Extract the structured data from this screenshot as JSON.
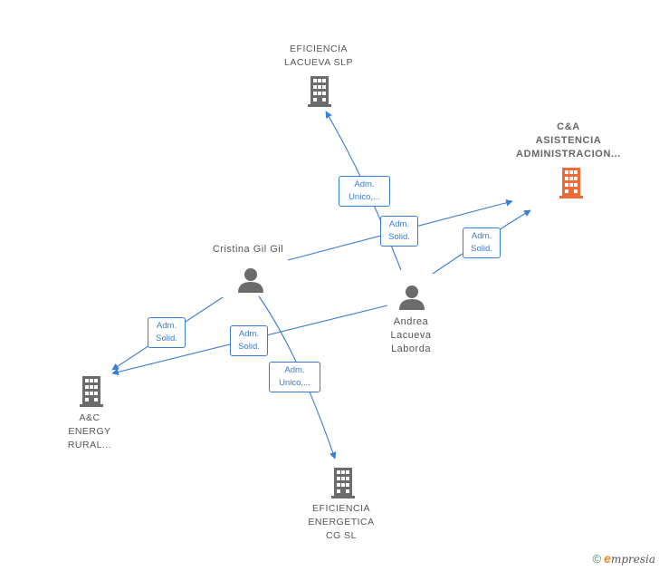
{
  "nodes": {
    "eficiencia_lacueva": {
      "lines": [
        "EFICIENCIA",
        "LACUEVA  SLP"
      ]
    },
    "ca_asistencia": {
      "lines": [
        "C&A",
        "ASISTENCIA",
        "ADMINISTRACION..."
      ],
      "color": "#ee6a37"
    },
    "cristina": {
      "lines": [
        "Cristina Gil Gil"
      ]
    },
    "andrea": {
      "lines": [
        "Andrea",
        "Lacueva",
        "Laborda"
      ]
    },
    "ac_energy": {
      "lines": [
        "A&C",
        "ENERGY",
        "RURAL..."
      ]
    },
    "eficiencia_energetica": {
      "lines": [
        "EFICIENCIA",
        "ENERGETICA",
        "CG  SL"
      ]
    }
  },
  "edges": {
    "e1": {
      "lines": [
        "Adm.",
        "Unico,..."
      ]
    },
    "e2": {
      "lines": [
        "Adm.",
        "Solid."
      ]
    },
    "e3": {
      "lines": [
        "Adm.",
        "Solid."
      ]
    },
    "e4": {
      "lines": [
        "Adm.",
        "Solid."
      ]
    },
    "e5": {
      "lines": [
        "Adm.",
        "Solid."
      ]
    },
    "e6": {
      "lines": [
        "Adm.",
        "Unico,..."
      ]
    }
  },
  "colors": {
    "edge": "#3a7bd5",
    "icon": "#6b6b6b",
    "highlight": "#ee6a37"
  },
  "brand": {
    "copyright": "©",
    "first": "e",
    "rest": "mpresia"
  }
}
